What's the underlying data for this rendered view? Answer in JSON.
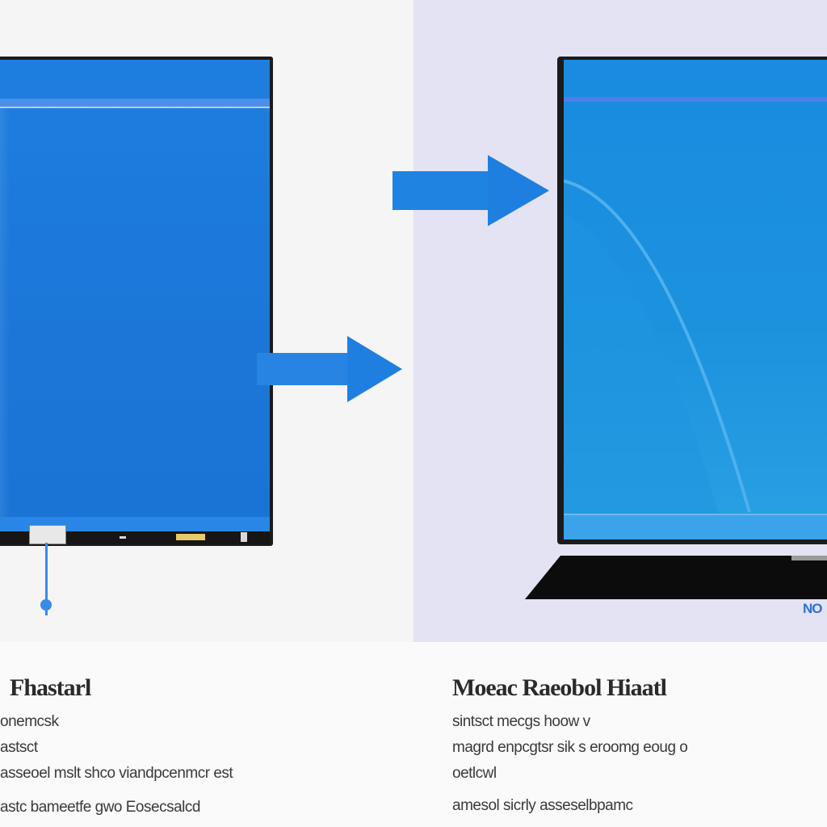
{
  "left_panel": {
    "heading": "Fhastarl",
    "lines": [
      "onemcsk",
      "astsct",
      "asseoel mslt shco viandpcenmcr est",
      "astc bameetfe gwo Eosecsalcd"
    ]
  },
  "right_panel": {
    "heading": "Moeac Raeobol Hiaatl",
    "lines": [
      "sintsct mecgs hoow v",
      "magrd enpcgtsr sik s eroomg eoug o",
      "oetlcwl",
      "amesol sicrly asseselbpamc"
    ],
    "monitor_label": "NO"
  },
  "colors": {
    "screen_blue": "#1b76d8",
    "arrow_blue": "#1f7fe0",
    "left_bg": "#f5f5f6",
    "right_bg": "#e4e3f3"
  }
}
